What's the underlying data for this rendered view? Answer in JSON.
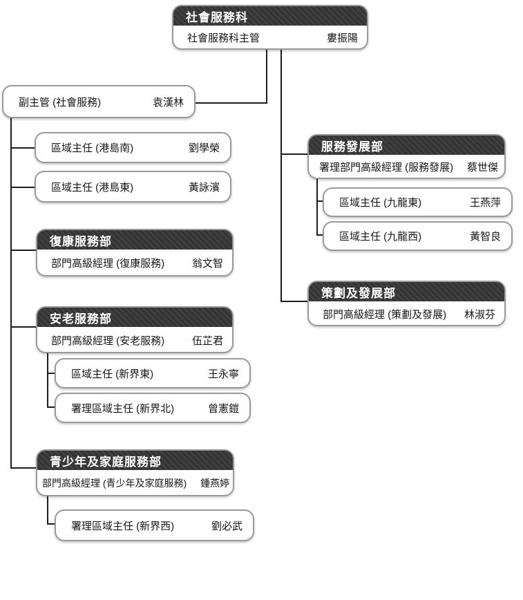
{
  "palette": {
    "header_bg": "#3a3a3a",
    "header_text": "#ffffff",
    "box_border": "#9a9a9a",
    "body_text": "#161616",
    "connector": "#1c1c1c",
    "background": "#ffffff"
  },
  "nodes": {
    "root": {
      "dept": "社會服務科",
      "title": "社會服務科主管",
      "name": "婁振陽"
    },
    "deputy": {
      "title": "副主管 (社會服務)",
      "name": "袁漢林"
    },
    "hk_south": {
      "title": "區域主任 (港島南)",
      "name": "劉學榮"
    },
    "hk_east": {
      "title": "區域主任 (港島東)",
      "name": "黃詠濱"
    },
    "rehab": {
      "dept": "復康服務部",
      "title": "部門高級經理 (復康服務)",
      "name": "翁文智"
    },
    "elderly": {
      "dept": "安老服務部",
      "title": "部門高級經理 (安老服務)",
      "name": "伍芷君"
    },
    "nt_east": {
      "title": "區域主任 (新界東)",
      "name": "王永寧"
    },
    "nt_north": {
      "title": "署理區域主任 (新界北)",
      "name": "曾憲鎧"
    },
    "youth": {
      "dept": "青少年及家庭服務部",
      "title": "部門高級經理 (青少年及家庭服務)",
      "name": "鍾燕婷"
    },
    "nt_west": {
      "title": "署理區域主任 (新界西)",
      "name": "劉必武"
    },
    "svc_dev": {
      "dept": "服務發展部",
      "title": "署理部門高級經理 (服務發展)",
      "name": "蔡世傑"
    },
    "kln_east": {
      "title": "區域主任 (九龍東)",
      "name": "王燕萍"
    },
    "kln_west": {
      "title": "區域主任 (九龍西)",
      "name": "黃智良"
    },
    "planning": {
      "dept": "策劃及發展部",
      "title": "部門高級經理 (策劃及發展)",
      "name": "林淑芬"
    }
  }
}
